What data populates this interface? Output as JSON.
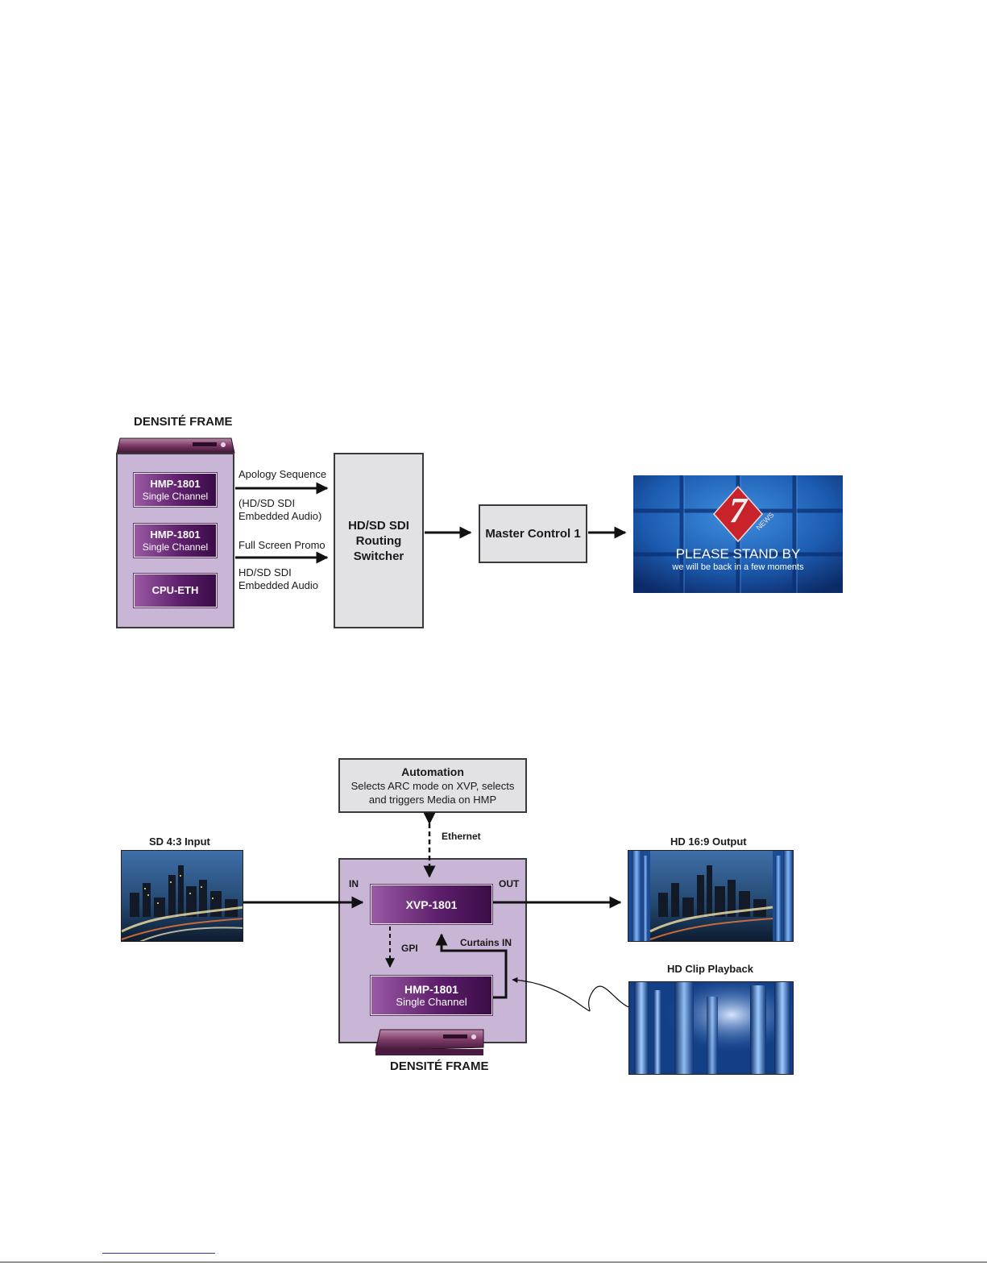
{
  "diagram1": {
    "frame_title": "DENSITÉ FRAME",
    "modules": [
      {
        "line1": "HMP-1801",
        "line2": "Single Channel"
      },
      {
        "line1": "HMP-1801",
        "line2": "Single Channel"
      },
      {
        "line1": "CPU-ETH",
        "line2": ""
      }
    ],
    "signal_labels": {
      "apology": "Apology Sequence",
      "apology_fmt_1": "(HD/SD SDI",
      "apology_fmt_2": "Embedded Audio)",
      "promo": "Full Screen Promo",
      "promo_fmt_1": "HD/SD SDI",
      "promo_fmt_2": "Embedded Audio"
    },
    "router": {
      "line1": "HD/SD SDI",
      "line2": "Routing",
      "line3": "Switcher"
    },
    "master_control": "Master Control 1",
    "monitor": {
      "logo_number": "7",
      "logo_word": "NEWS",
      "headline": "PLEASE STAND BY",
      "subline": "we will be back in a few moments"
    }
  },
  "diagram2": {
    "automation": {
      "title": "Automation",
      "desc_1": "Selects ARC mode on XVP, selects",
      "desc_2": "and triggers Media on HMP"
    },
    "ethernet_label": "Ethernet",
    "input_label": "SD 4:3 Input",
    "output_label": "HD 16:9 Output",
    "clip_label": "HD Clip Playback",
    "in_label": "IN",
    "out_label": "OUT",
    "xvp": "XVP-1801",
    "gpi_label": "GPI",
    "curtains_label": "Curtains IN",
    "hmp": {
      "line1": "HMP-1801",
      "line2": "Single Channel"
    },
    "frame_title": "DENSITÉ FRAME"
  },
  "colors": {
    "frame_fill": "#c9b6d6",
    "module_dark": "#3a0c47",
    "module_light": "#9a5aa4",
    "grey_box": "#e2e2e4",
    "monitor_blue": "#1d4f9a"
  }
}
